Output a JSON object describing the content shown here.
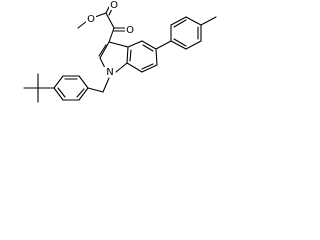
{
  "molecule": {
    "atom_labels": {
      "ester_oxygen_methoxy": "O",
      "ester_carbonyl_oxygen": "O",
      "keto_oxygen": "O",
      "indole_nitrogen": "N"
    },
    "colors": {
      "bond": "#000000",
      "background": "#ffffff"
    }
  }
}
